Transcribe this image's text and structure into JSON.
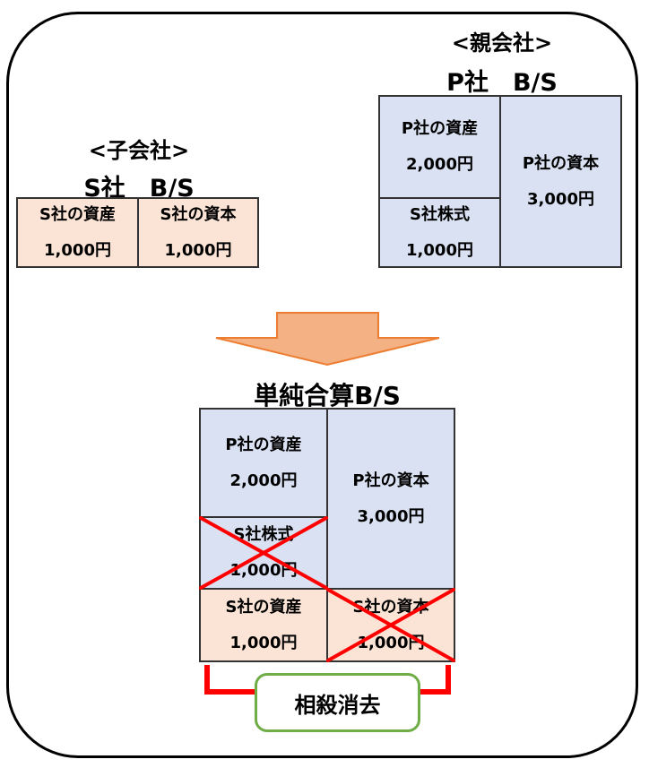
{
  "parent": {
    "heading": "<親会社>",
    "bs_title": "P社　B/S",
    "asset_label": "P社の資産",
    "asset_value": "2,000円",
    "stock_label": "S社株式",
    "stock_value": "1,000円",
    "capital_label": "P社の資本",
    "capital_value": "3,000円"
  },
  "subsidiary": {
    "heading": "<子会社>",
    "bs_title": "S社　B/S",
    "asset_label": "S社の資産",
    "asset_value": "1,000円",
    "capital_label": "S社の資本",
    "capital_value": "1,000円"
  },
  "combined": {
    "title": "単純合算B/S",
    "p_asset_label": "P社の資産",
    "p_asset_value": "2,000円",
    "s_stock_label": "S社株式",
    "s_stock_value": "1,000円",
    "s_asset_label": "S社の資産",
    "s_asset_value": "1,000円",
    "p_capital_label": "P社の資本",
    "p_capital_value": "3,000円",
    "s_capital_label": "S社の資本",
    "s_capital_value": "1,000円"
  },
  "elimination_label": "相殺消去",
  "colors": {
    "peach_fill": "#fbe4d5",
    "blue_fill": "#d9e1f2",
    "arrow_fill": "#f4b183",
    "arrow_stroke": "#ed7d31",
    "cross": "#ff0000",
    "bracket": "#ff0000",
    "offset_box_border": "#70ad47"
  }
}
